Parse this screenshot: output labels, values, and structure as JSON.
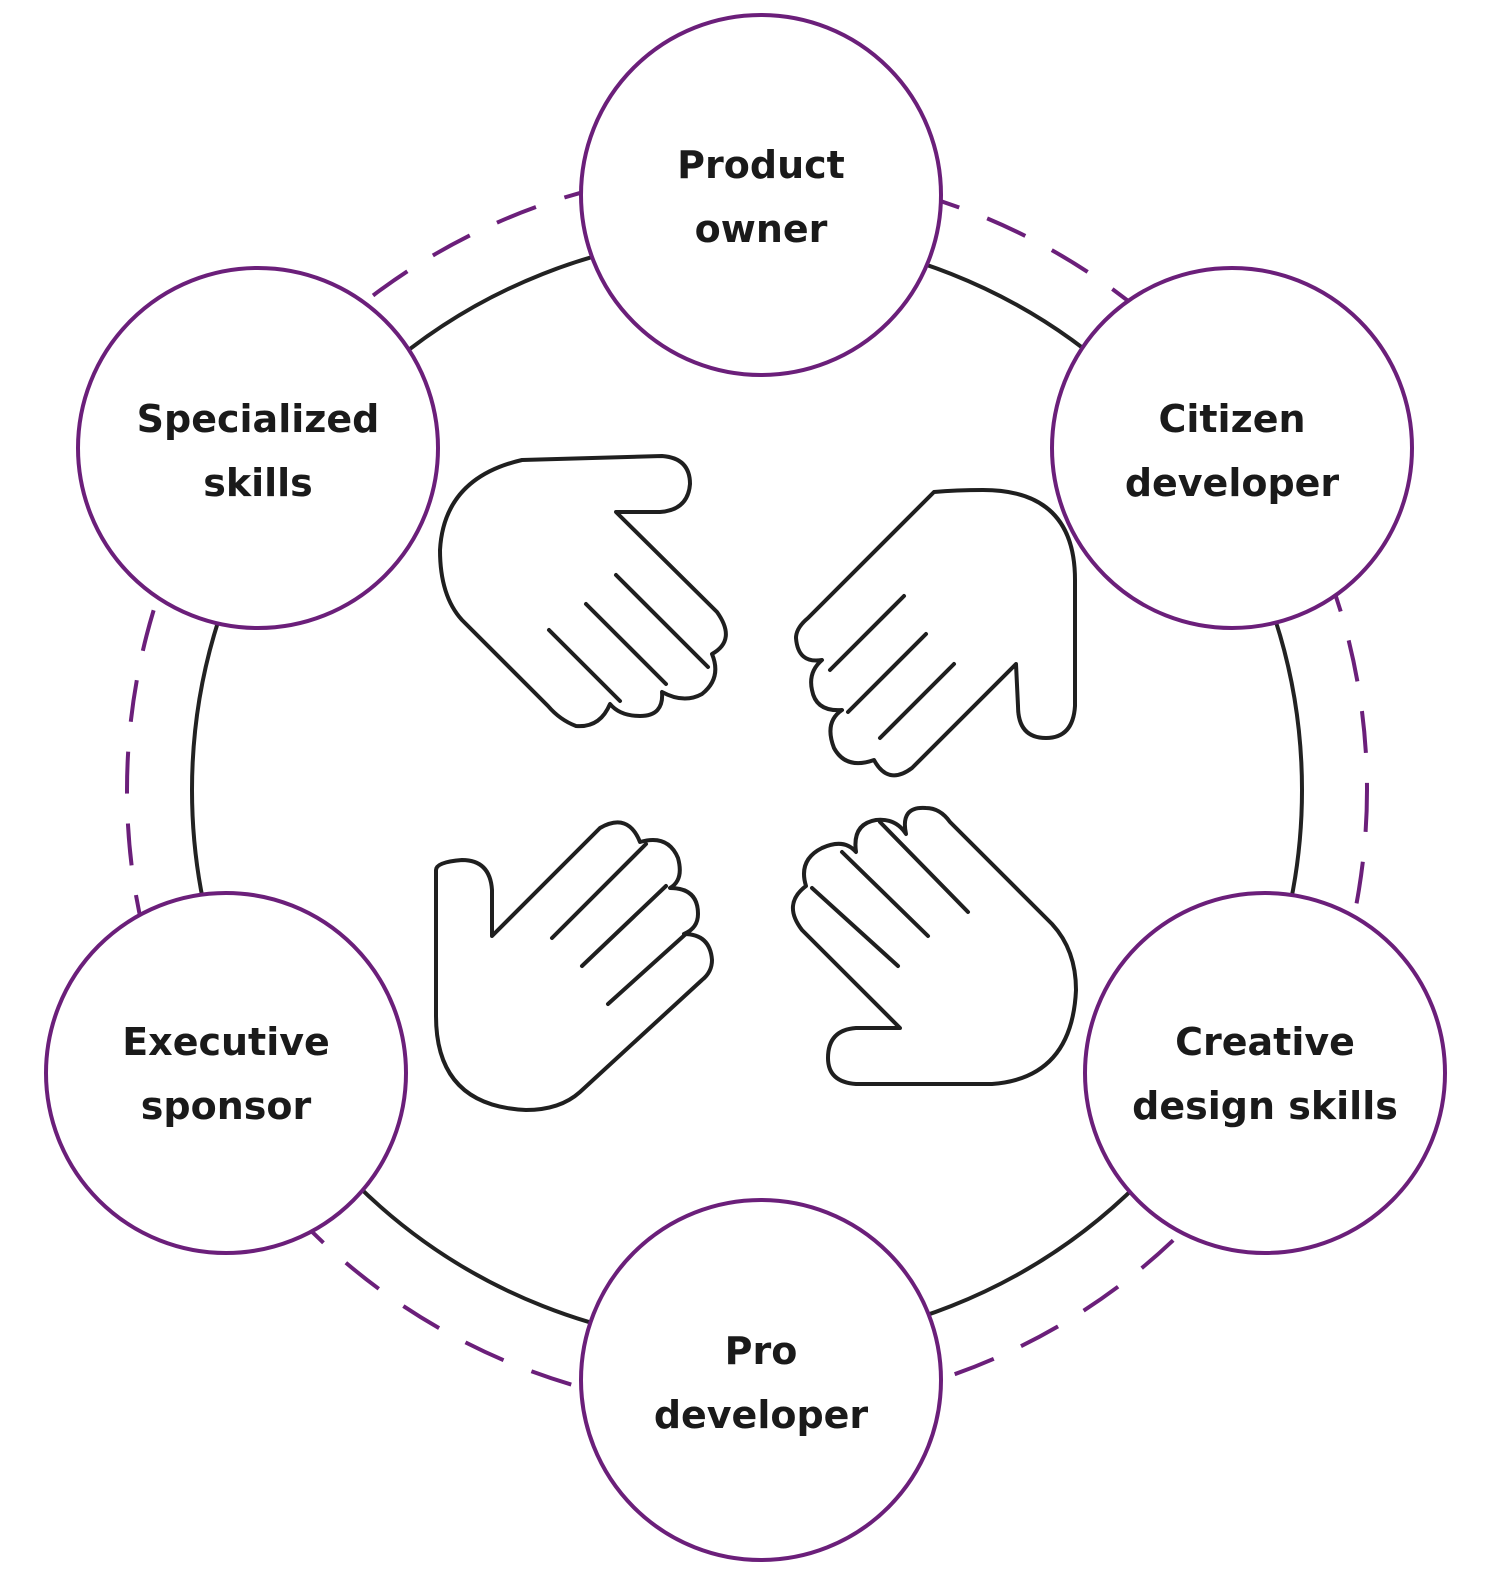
{
  "colors": {
    "accent": "#6b1f7a",
    "line": "#222222",
    "text": "#1a1a1a"
  },
  "roles": [
    {
      "id": "product-owner",
      "line1": "Product",
      "line2": "owner"
    },
    {
      "id": "citizen-developer",
      "line1": "Citizen",
      "line2": "developer"
    },
    {
      "id": "creative-design-skills",
      "line1": "Creative",
      "line2": "design skills"
    },
    {
      "id": "pro-developer",
      "line1": "Pro",
      "line2": "developer"
    },
    {
      "id": "executive-sponsor",
      "line1": "Executive",
      "line2": "sponsor"
    },
    {
      "id": "specialized-skills",
      "line1": "Specialized",
      "line2": "skills"
    }
  ],
  "center_icon": "four-hands-icon"
}
